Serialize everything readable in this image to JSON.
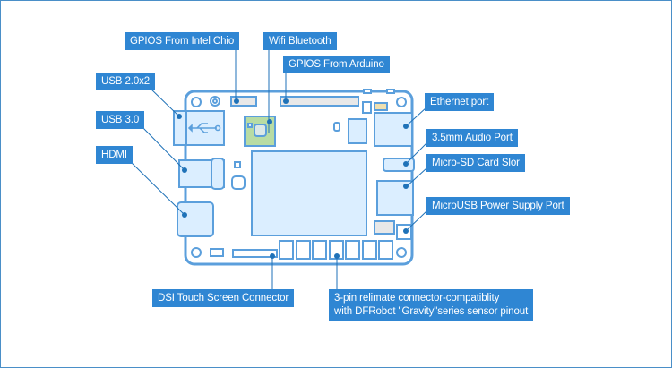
{
  "diagram": {
    "title": "Board connector layout",
    "colors": {
      "accent": "#2f86d3",
      "outline": "#5b9fdc",
      "component_fill": "#dbeeff",
      "chip_fill": "#b8dca4",
      "connector_fill": "#e8e8e8",
      "frame": "#4a8fc8"
    },
    "labels": {
      "gpios_intel": "GPIOS From Intel Chio",
      "wifi_bluetooth": "Wifi  Bluetooth",
      "gpios_arduino": "GPIOS From Arduino",
      "usb2": "USB 2.0x2",
      "usb3": "USB 3.0",
      "hdmi": "HDMI",
      "ethernet": "Ethernet port",
      "audio": "3.5mm Audio Port",
      "microsd": "Micro-SD Card Slor",
      "microusb": "MicroUSB Power Supply Port",
      "dsi": "DSI Touch Screen Connector",
      "gravity_line1": "3-pin relimate connector-compatiblity",
      "gravity_line2": "with DFRobot \"Gravity\"series sensor pinout"
    },
    "icons": {
      "usb": "usb-symbol-icon"
    }
  }
}
